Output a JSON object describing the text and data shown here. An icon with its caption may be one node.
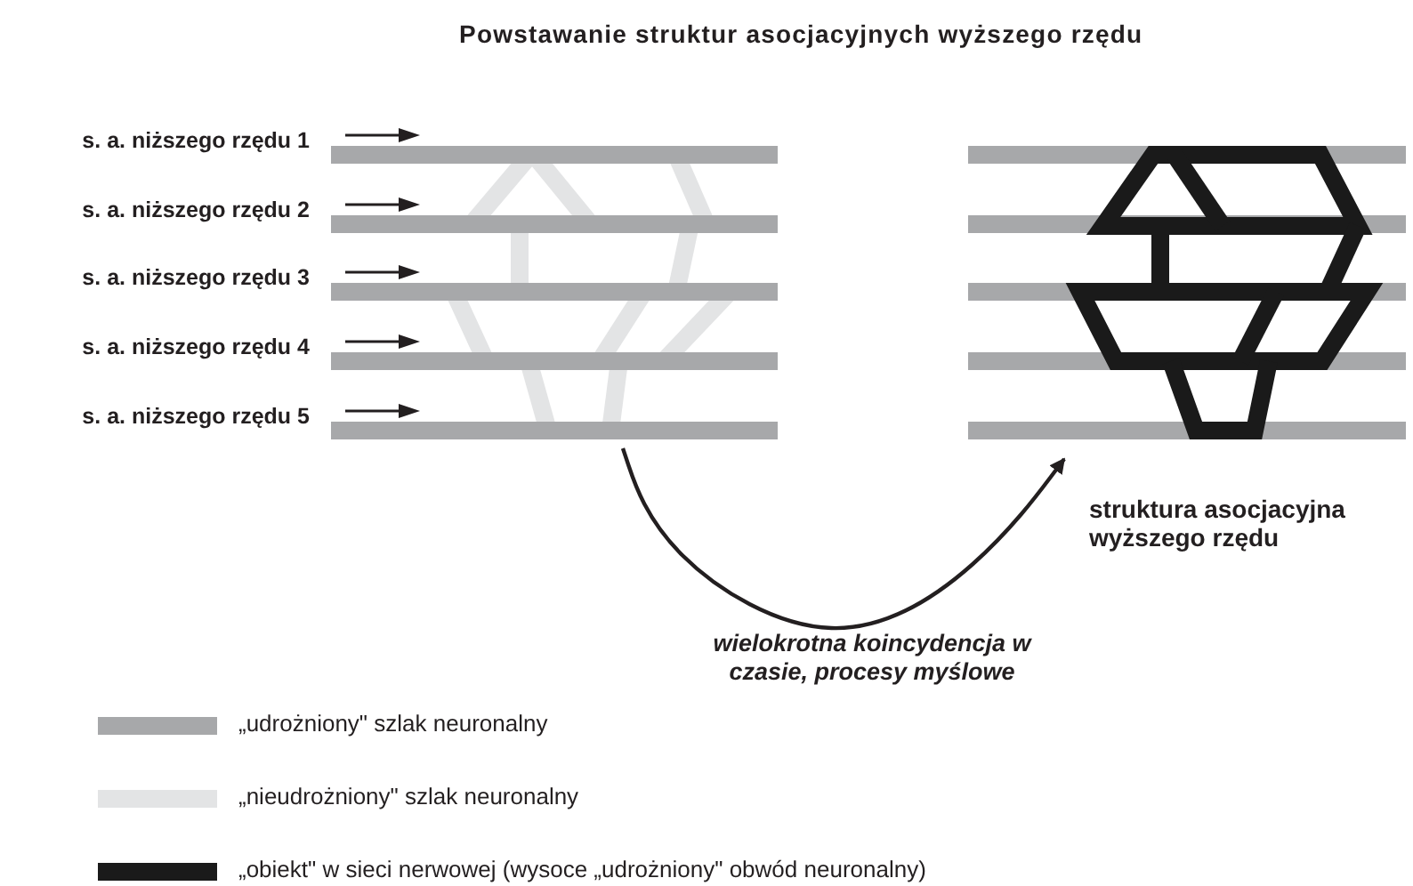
{
  "diagram": {
    "title": "Powstawanie struktur asocjacyjnych wyższego rzędu",
    "nodes": [
      {
        "text": [],
        "shape": "picture"
      },
      {
        "text": [],
        "shape": "picture",
        "beside": [
          "struktura asocjacyjna wyższego rzędu"
        ]
      }
    ],
    "edges": [
      {
        "from": 0,
        "to": 1,
        "arrow": "to",
        "label": "wielokrotna koincydencja w czasie, procesy myślowe"
      }
    ],
    "labels": [
      "s. a. niższego rzędu 1",
      "s. a. niższego rzędu 2",
      "s. a. niższego rzędu 3",
      "s. a. niższego rzędu 4",
      "s. a. niższego rzędu 5"
    ],
    "legend": [
      {
        "text": "„udrożniony\" szlak neuronalny",
        "color": "#a7a8aa"
      },
      {
        "text": "„nieudrożniony\" szlak neuronalny",
        "color": "#e3e4e5"
      },
      {
        "text": "„obiekt\" w sieci nerwowej (wysoce „udrożniony\" obwód neuronalny)",
        "color": "#1a1a1a"
      }
    ]
  }
}
